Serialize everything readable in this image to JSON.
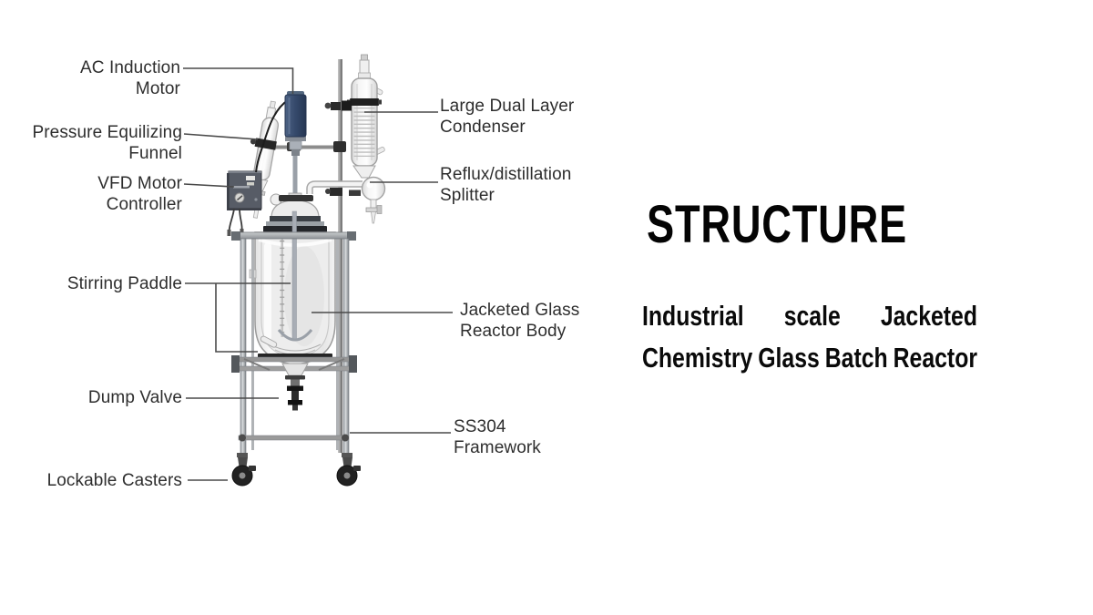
{
  "slide": {
    "heading": "STRUCTURE",
    "description": {
      "full_text": "Industrial scale Jacketed Chemistry Glass Batch Reactor",
      "line1": {
        "w1": "Industrial",
        "w2": "scale",
        "w3": "Jacketed"
      },
      "line2": {
        "w1": "Chemistry",
        "w2": "Glass",
        "w3": "Batch",
        "w4": "Reactor"
      }
    }
  },
  "diagram": {
    "subject": "Jacketed chemistry glass batch reactor schematic photo with part labels",
    "labels": {
      "ac_motor": {
        "line1": "AC Induction",
        "line2": "Motor"
      },
      "funnel": {
        "line1": "Pressure Equilizing",
        "line2": "Funnel"
      },
      "vfd": {
        "line1": "VFD Motor",
        "line2": "Controller"
      },
      "paddle": {
        "line1": "Stirring Paddle"
      },
      "dump_valve": {
        "line1": "Dump Valve"
      },
      "casters": {
        "line1": "Lockable Casters"
      },
      "condenser": {
        "line1": "Large Dual Layer",
        "line2": "Condenser"
      },
      "splitter": {
        "line1": "Reflux/distillation",
        "line2": "Splitter"
      },
      "reactor_body": {
        "line1": "Jacketed Glass",
        "line2": "Reactor Body"
      },
      "framework": {
        "line1": "SS304",
        "line2": "Framework"
      }
    }
  },
  "colors": {
    "background": "#ffffff",
    "heading_text": "#040404",
    "body_text": "#0a0a0a",
    "label_text": "#2e2e2e",
    "leader_line": "#4a4a4a",
    "motor_navy": "#35496b",
    "controller_gray": "#575c66",
    "metal_steel": "#8c9096",
    "dark_hardware": "#1f1f1f",
    "glass_stroke": "#a0a0a0"
  }
}
